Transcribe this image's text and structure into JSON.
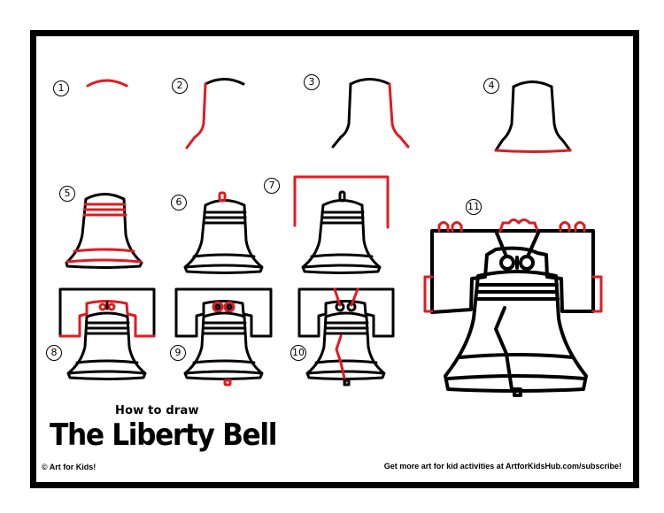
{
  "page": {
    "title_small": "How to draw",
    "title_big": "The Liberty Bell",
    "copyright": "© Art for Kids!",
    "footer_link": "Get more art for kid activities at ArtforKidsHub.com/subscribe!"
  },
  "colors": {
    "ink": "#000000",
    "highlight": "#e01b22",
    "background": "#ffffff"
  },
  "steps": [
    {
      "number": "1",
      "label": "①",
      "description": "Top arc of bell (red)"
    },
    {
      "number": "2",
      "label": "②",
      "description": "Left side of bell (red)"
    },
    {
      "number": "3",
      "label": "③",
      "description": "Right side of bell (red)"
    },
    {
      "number": "4",
      "label": "④",
      "description": "Bottom rim line (red)"
    },
    {
      "number": "5",
      "label": "⑤",
      "description": "Bands near top and bottom (red)"
    },
    {
      "number": "6",
      "label": "⑥",
      "description": "Crown loop on top (red)"
    },
    {
      "number": "7",
      "label": "⑦",
      "description": "Yoke frame outline (red)"
    },
    {
      "number": "8",
      "label": "⑧",
      "description": "Yoke inner shape and bolts (red)"
    },
    {
      "number": "9",
      "label": "⑨",
      "description": "Bolt rings and clapper tip (red)"
    },
    {
      "number": "10",
      "label": "⑩",
      "description": "Straps and crack (red)"
    },
    {
      "number": "11",
      "label": "⑪",
      "description": "Yoke details and final bell"
    }
  ]
}
